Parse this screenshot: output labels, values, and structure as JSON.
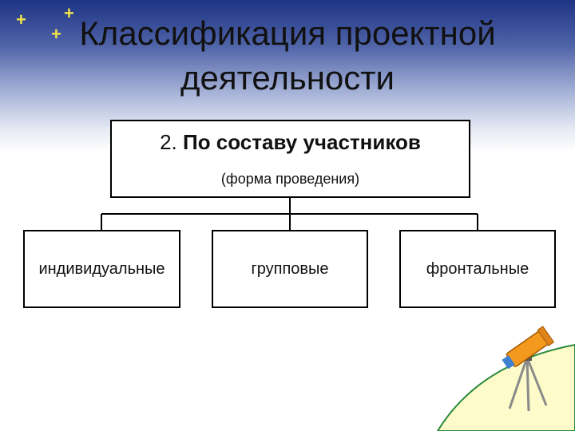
{
  "slide": {
    "title_line1": "Классификация проектной",
    "title_line2": "деятельности",
    "colors": {
      "background_top": "#1e3484",
      "star": "#f2e14a",
      "hill": "#fdfbc9",
      "hill_outline": "#2a8a3a"
    }
  },
  "diagram": {
    "root": {
      "number": "2.",
      "label": "По составу участников",
      "subtitle": "(форма проведения)"
    },
    "children": [
      {
        "label": "индивидуальные"
      },
      {
        "label": "групповые"
      },
      {
        "label": "фронтальные"
      }
    ]
  },
  "decorations": {
    "icons": [
      "star-icon",
      "star-icon",
      "star-icon",
      "telescope-icon"
    ]
  }
}
